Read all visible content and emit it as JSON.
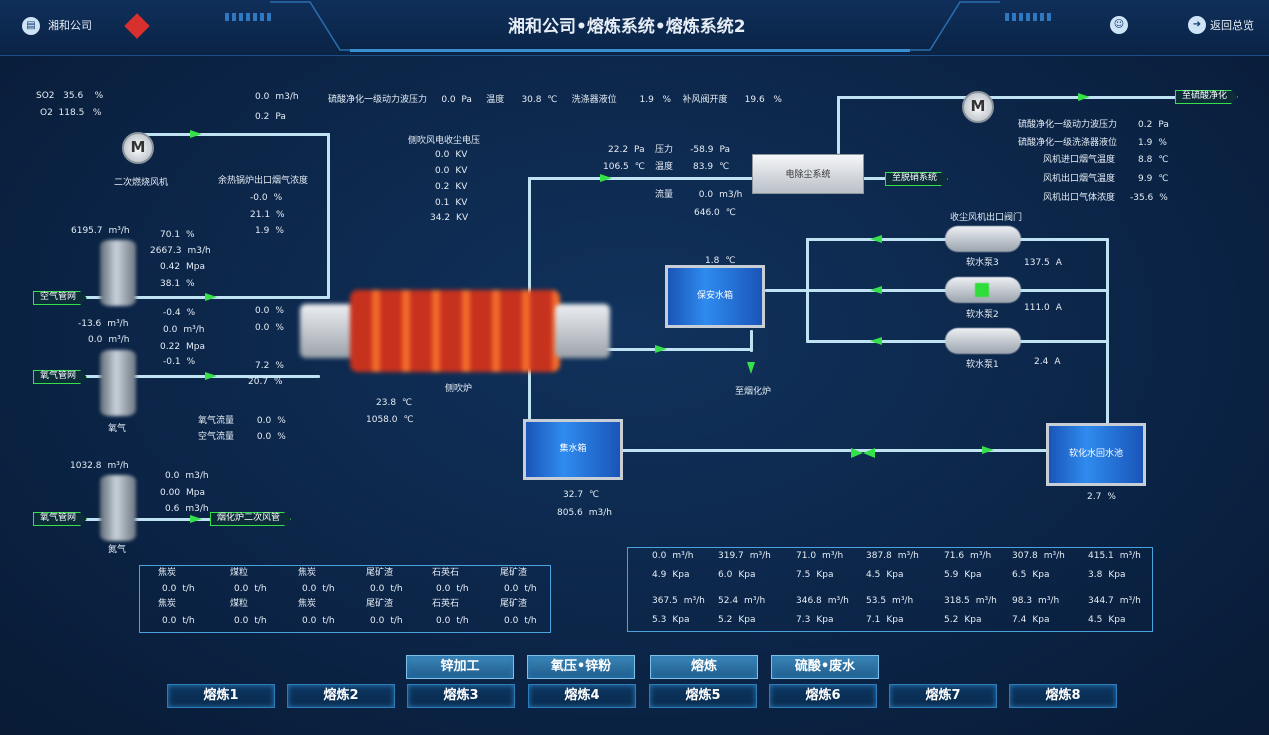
{
  "header": {
    "company": "湘和公司",
    "title": "湘和公司•熔炼系统•熔炼系统2",
    "back": "返回总览",
    "back_icon": "arrow-right-circle-icon",
    "user_icon": "user-icon",
    "logo_icon": "diamond-logo-icon"
  },
  "gas": {
    "so2_label": "SO2",
    "so2_val": "35.6",
    "o2_label": "O2",
    "o2_val": "118.5",
    "unit": "%"
  },
  "top_line": {
    "flow": "0.0",
    "flow_unit": "m3/h",
    "press": "0.2",
    "press_unit": "Pa",
    "l1": "硫酸净化一级动力波压力",
    "v1": "0.0",
    "u1": "Pa",
    "l2": "温度",
    "v2": "30.8",
    "u2": "℃",
    "l3": "洗涤器液位",
    "v3": "1.9",
    "u3": "%",
    "l4": "补风阀开度",
    "v4": "19.6",
    "u4": "%"
  },
  "fan2": {
    "label": "二次燃烧风机"
  },
  "boiler": {
    "title": "余热锅炉出口烟气浓度",
    "v1": "-0.0",
    "v2": "21.1",
    "v3": "1.9",
    "unit": "%"
  },
  "esp_voltage": {
    "title": "侧吹风电收尘电压",
    "values": [
      "0.0",
      "0.0",
      "0.2",
      "0.1",
      "34.2"
    ],
    "unit": "KV"
  },
  "mid_right": {
    "v1": "22.2",
    "u1": "Pa",
    "v2": "106.5",
    "u2": "℃",
    "l_press": "压力",
    "p": "-58.9",
    "pu": "Pa",
    "l_temp": "温度",
    "t": "83.9",
    "tu": "℃",
    "l_flow": "流量",
    "f": "0.0",
    "fu": "m3/h",
    "t2": "646.0",
    "t2u": "℃"
  },
  "esp": {
    "label": "电除尘系统",
    "to_desulf": "至脱硝系统"
  },
  "acid": {
    "to_acid": "至硫酸净化",
    "rows": [
      {
        "l": "硫酸净化一级动力波压力",
        "v": "0.2",
        "u": "Pa"
      },
      {
        "l": "硫酸净化一级洗涤器液位",
        "v": "1.9",
        "u": "%"
      },
      {
        "l": "风机进口烟气温度",
        "v": "8.8",
        "u": "℃"
      },
      {
        "l": "风机出口烟气温度",
        "v": "9.9",
        "u": "℃"
      },
      {
        "l": "风机出口气体浓度",
        "v": "-35.6",
        "u": "%"
      }
    ]
  },
  "air": {
    "flow": "6195.7",
    "flow_unit": "m³/h",
    "v1": "70.1",
    "u1": "%",
    "v2": "2667.3",
    "u2": "m3/h",
    "v3": "0.42",
    "u3": "Mpa",
    "v4": "38.1",
    "u4": "%",
    "tag": "空气管网"
  },
  "mid_left": {
    "a1": "-0.4",
    "a1u": "%",
    "a2": "0.0",
    "a2u": "m³/h",
    "a3": "0.22",
    "a3u": "Mpa",
    "a4": "-0.1",
    "a4u": "%",
    "b1": "-13.6",
    "b1u": "m³/h",
    "b2": "0.0",
    "b2u": "m³/h",
    "c1": "0.0",
    "c2": "0.0",
    "c3": "7.2",
    "c4": "20.7",
    "cu": "%"
  },
  "oxy1": {
    "tag": "氧气管网",
    "label": "氧气",
    "lf": "氧气流量",
    "lfv": "0.0",
    "la": "空气流量",
    "lav": "0.0",
    "u": "%"
  },
  "furnace": {
    "label": "侧吹炉",
    "temp": "23.8",
    "temp_u": "℃",
    "temp2": "1058.0",
    "temp2_u": "℃"
  },
  "oxy2": {
    "flow": "1032.8",
    "flow_unit": "m³/h",
    "v1": "0.0",
    "u1": "m3/h",
    "v2": "0.00",
    "u2": "Mpa",
    "v3": "0.6",
    "u3": "m3/h",
    "tag": "氧气管网",
    "label": "氮气",
    "to": "烟化炉二次风管"
  },
  "water": {
    "sec_tank": "保安水箱",
    "sec_temp": "1.8",
    "sec_u": "℃",
    "collect": "集水箱",
    "collect_temp": "32.7",
    "collect_tu": "℃",
    "collect_flow": "805.6",
    "collect_fu": "m3/h",
    "to_fume": "至烟化炉",
    "soft_pool": "软化水回水池",
    "soft_val": "2.7",
    "soft_u": "%",
    "valve_title": "收尘风机出口阀门"
  },
  "pumps": [
    {
      "label": "软水泵3",
      "val": "137.5",
      "u": "A"
    },
    {
      "label": "软水泵2",
      "val": "111.0",
      "u": "A"
    },
    {
      "label": "软水泵1",
      "val": "2.4",
      "u": "A"
    }
  ],
  "feed": {
    "headers1": [
      "焦炭",
      "煤粒",
      "焦炭",
      "尾矿渣",
      "石英石",
      "尾矿渣"
    ],
    "vals1": [
      "0.0",
      "0.0",
      "0.0",
      "0.0",
      "0.0",
      "0.0"
    ],
    "headers2": [
      "焦炭",
      "煤粒",
      "焦炭",
      "尾矿渣",
      "石英石",
      "尾矿渣"
    ],
    "vals2": [
      "0.0",
      "0.0",
      "0.0",
      "0.0",
      "0.0",
      "0.0"
    ],
    "u": "t/h"
  },
  "flowtable": {
    "r1": [
      [
        "0.0",
        "m³/h"
      ],
      [
        "319.7",
        "m³/h"
      ],
      [
        "71.0",
        "m³/h"
      ],
      [
        "387.8",
        "m³/h"
      ],
      [
        "71.6",
        "m³/h"
      ],
      [
        "307.8",
        "m³/h"
      ],
      [
        "415.1",
        "m³/h"
      ]
    ],
    "r2": [
      [
        "4.9",
        "Kpa"
      ],
      [
        "6.0",
        "Kpa"
      ],
      [
        "7.5",
        "Kpa"
      ],
      [
        "4.5",
        "Kpa"
      ],
      [
        "5.9",
        "Kpa"
      ],
      [
        "6.5",
        "Kpa"
      ],
      [
        "3.8",
        "Kpa"
      ]
    ],
    "r3": [
      [
        "367.5",
        "m³/h"
      ],
      [
        "52.4",
        "m³/h"
      ],
      [
        "346.8",
        "m³/h"
      ],
      [
        "53.5",
        "m³/h"
      ],
      [
        "318.5",
        "m³/h"
      ],
      [
        "98.3",
        "m³/h"
      ],
      [
        "344.7",
        "m³/h"
      ]
    ],
    "r4": [
      [
        "5.3",
        "Kpa"
      ],
      [
        "5.2",
        "Kpa"
      ],
      [
        "7.3",
        "Kpa"
      ],
      [
        "7.1",
        "Kpa"
      ],
      [
        "5.2",
        "Kpa"
      ],
      [
        "7.4",
        "Kpa"
      ],
      [
        "4.5",
        "Kpa"
      ]
    ]
  },
  "nav": {
    "top": [
      "锌加工",
      "氧压•锌粉",
      "熔炼",
      "硫酸•废水"
    ],
    "bottom": [
      "熔炼1",
      "熔炼2",
      "熔炼3",
      "熔炼4",
      "熔炼5",
      "熔炼6",
      "熔炼7",
      "熔炼8"
    ]
  }
}
